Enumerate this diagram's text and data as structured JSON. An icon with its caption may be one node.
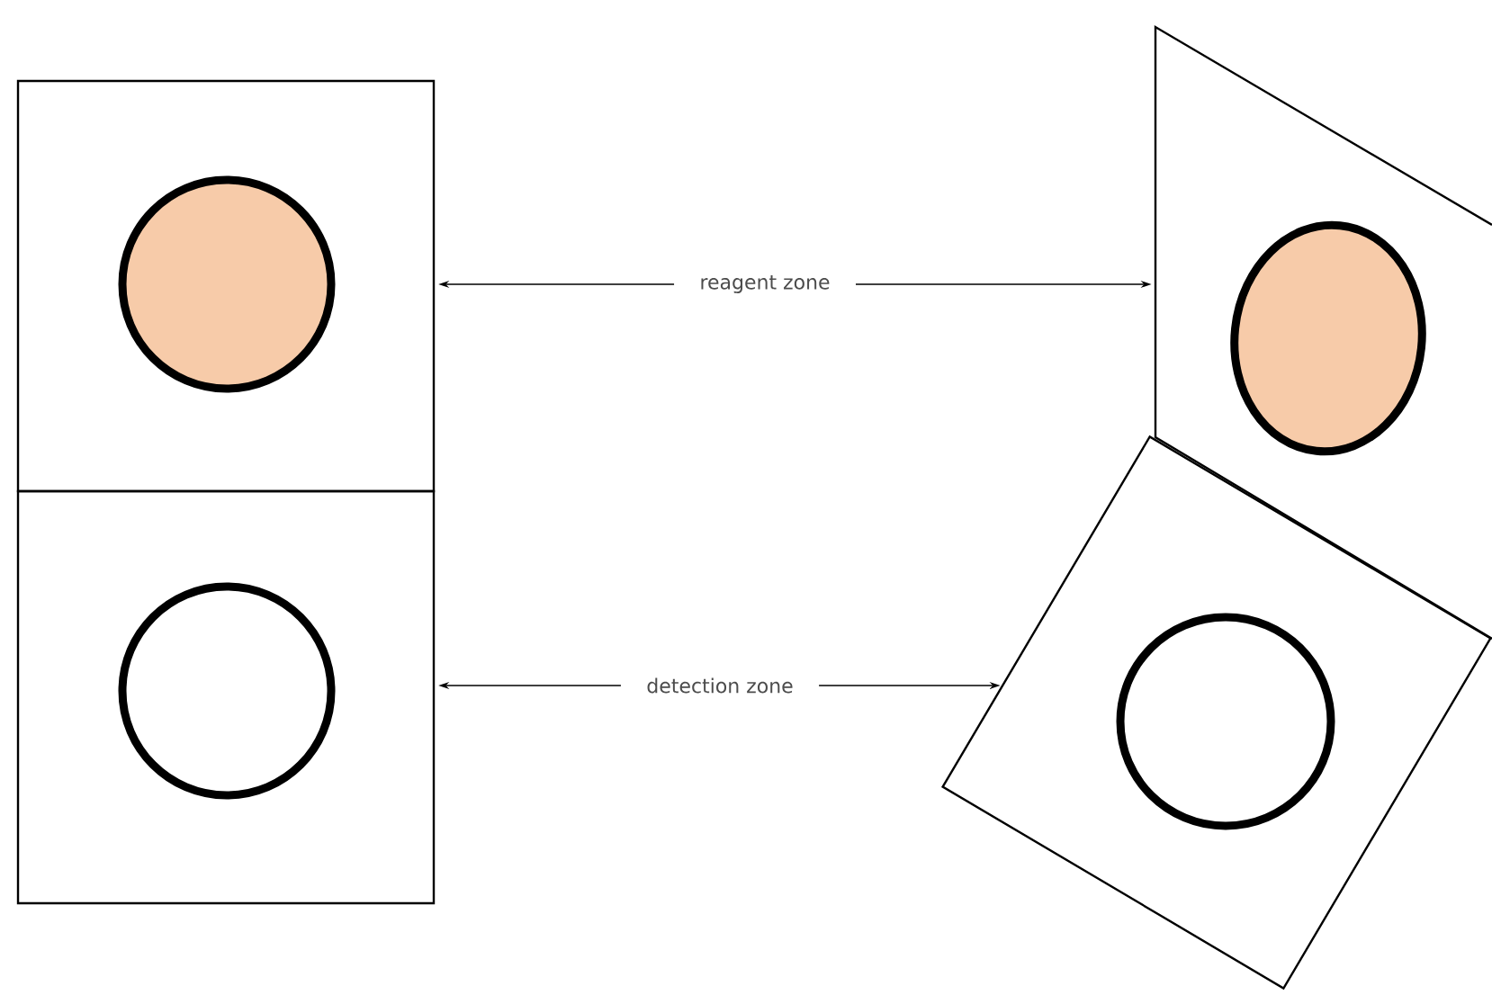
{
  "diagram": {
    "nodes": [
      {
        "text": [],
        "shape": "box"
      },
      {
        "text": [],
        "shape": "circle",
        "in": 0
      },
      {
        "text": [],
        "shape": "box"
      },
      {
        "text": [],
        "shape": "circle",
        "in": 2
      },
      {
        "text": [],
        "shape": "box"
      },
      {
        "text": [],
        "shape": "circle",
        "in": 4
      },
      {
        "text": [],
        "shape": "box"
      },
      {
        "text": [],
        "shape": "circle",
        "in": 6
      },
      {
        "text": [
          "reagent zone"
        ]
      },
      {
        "text": [
          "detection zone"
        ]
      }
    ],
    "edges": [
      {
        "from": 8,
        "to": 0,
        "arrow": "to"
      },
      {
        "from": 8,
        "to": 4,
        "arrow": "to"
      },
      {
        "from": 9,
        "to": 2,
        "arrow": "to"
      },
      {
        "from": 9,
        "to": 6,
        "arrow": "to"
      }
    ]
  }
}
